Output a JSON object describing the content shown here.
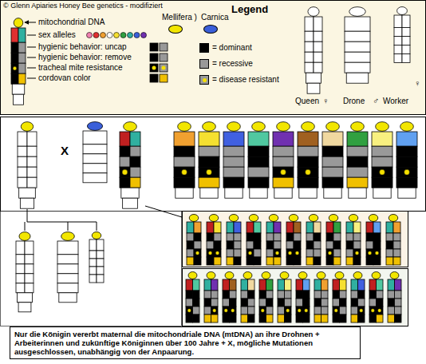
{
  "diagram": {
    "caption": "Nur die Königin vererbt maternal die mitochondriale DNA (mtDNA) an  ihre Drohnen + Arbeiterinnen und zukünftige Königinnen über 100 Jahre + X, mögliche Mutationen ausgeschlossen, unabhängig von der Anpaarung.",
    "labels": [
      "© Glenn Apiaries Honey Bee genetics - modifiziert",
      "Legend",
      "mitochondrial DNA",
      "sex alleles",
      "hygienic behavior: uncap",
      "hygienic behavior: remove",
      "tracheal mite resistance",
      "cordovan color",
      "Queen",
      "♀",
      "Drone",
      "♂",
      "Worker",
      "♀",
      "X"
    ],
    "legend": [
      {
        "text": "Mellifera )",
        "color": "#f2e600"
      },
      {
        "text": "Carnica",
        "color": "#3a5fd9"
      },
      {
        "text": "= dominant",
        "color": "#000000"
      },
      {
        "text": "= recessive",
        "color": "#999999"
      },
      {
        "text": "= disease resistant"
      }
    ]
  }
}
